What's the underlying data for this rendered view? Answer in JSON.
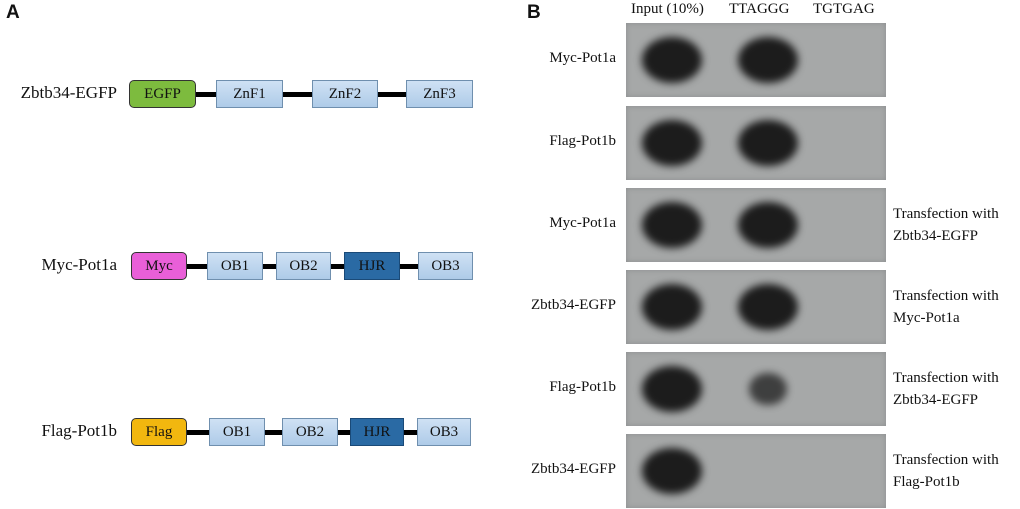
{
  "panel_a": {
    "letter": "A",
    "constructs": [
      {
        "name": "Zbtb34-EGFP",
        "domains": [
          {
            "label": "EGFP",
            "kind": "tag",
            "color": "#7dbb3e"
          },
          {
            "label": "ZnF1",
            "kind": "zn"
          },
          {
            "label": "ZnF2",
            "kind": "zn"
          },
          {
            "label": "ZnF3",
            "kind": "zn"
          }
        ]
      },
      {
        "name": "Myc-Pot1a",
        "domains": [
          {
            "label": "Myc",
            "kind": "tag",
            "color": "#e95fd8"
          },
          {
            "label": "OB1",
            "kind": "ob"
          },
          {
            "label": "OB2",
            "kind": "ob"
          },
          {
            "label": "HJR",
            "kind": "hjr"
          },
          {
            "label": "OB3",
            "kind": "ob"
          }
        ]
      },
      {
        "name": "Flag-Pot1b",
        "domains": [
          {
            "label": "Flag",
            "kind": "tag",
            "color": "#f2b70f"
          },
          {
            "label": "OB1",
            "kind": "ob"
          },
          {
            "label": "OB2",
            "kind": "ob"
          },
          {
            "label": "HJR",
            "kind": "hjr"
          },
          {
            "label": "OB3",
            "kind": "ob"
          }
        ]
      }
    ]
  },
  "panel_b": {
    "letter": "B",
    "columns": [
      "Input (10%)",
      "TTAGGG",
      "TGTGAG"
    ],
    "rows": [
      {
        "label": "Myc-Pot1a",
        "note": [],
        "signal": [
          1,
          1,
          0
        ]
      },
      {
        "label": "Flag-Pot1b",
        "note": [],
        "signal": [
          1,
          1,
          0
        ]
      },
      {
        "label": "Myc-Pot1a",
        "note": [
          "Transfection with",
          "Zbtb34-EGFP"
        ],
        "signal": [
          1,
          1,
          0
        ]
      },
      {
        "label": "Zbtb34-EGFP",
        "note": [
          "Transfection with",
          "Myc-Pot1a"
        ],
        "signal": [
          1,
          1,
          0
        ]
      },
      {
        "label": "Flag-Pot1b",
        "note": [
          "Transfection with",
          "Zbtb34-EGFP"
        ],
        "signal": [
          1,
          0.5,
          0
        ]
      },
      {
        "label": "Zbtb34-EGFP",
        "note": [
          "Transfection with",
          "Flag-Pot1b"
        ],
        "signal": [
          1,
          0,
          0
        ]
      }
    ]
  }
}
